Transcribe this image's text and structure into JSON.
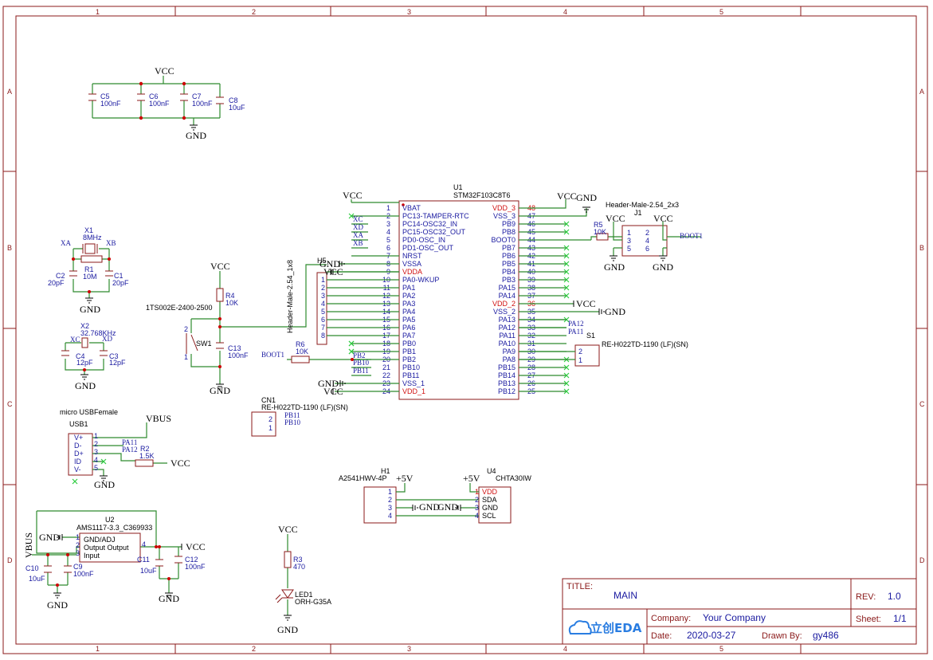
{
  "grid": {
    "cols": [
      "1",
      "2",
      "3",
      "4",
      "5"
    ],
    "rows": [
      "A",
      "B",
      "C",
      "D"
    ]
  },
  "title_block": {
    "title_label": "TITLE:",
    "title": "MAIN",
    "rev_label": "REV:",
    "rev": "1.0",
    "company_label": "Company:",
    "company": "Your Company",
    "sheet_label": "Sheet:",
    "sheet": "1/1",
    "date_label": "Date:",
    "date": "2020-03-27",
    "drawn_label": "Drawn By:",
    "drawn": "gy486",
    "logo": "立创EDA"
  },
  "nets": {
    "vcc": "VCC",
    "gnd": "GND",
    "vbus": "VBUS",
    "p5v": "+5V",
    "boot1": "BOOT1"
  },
  "caps_top": {
    "c5": "C5",
    "c5v": "100nF",
    "c6": "C6",
    "c6v": "100nF",
    "c7": "C7",
    "c7v": "100nF",
    "c8": "C8",
    "c8v": "10uF"
  },
  "osc1": {
    "x1": "X1",
    "x1v": "8MHz",
    "xa": "XA",
    "xb": "XB",
    "r1": "R1",
    "r1v": "10M",
    "c2": "C2",
    "c2v": "20pF",
    "c1": "C1",
    "c1v": "20pF"
  },
  "osc2": {
    "x2": "X2",
    "x2v": "32.768KHz",
    "xc": "XC",
    "xd": "XD",
    "c4": "C4",
    "c4v": "12pF",
    "c3": "C3",
    "c3v": "12pF"
  },
  "reset": {
    "r4": "R4",
    "r4v": "10K",
    "sw": "1TS002E-2400-2500",
    "sw1": "SW1",
    "c13": "C13",
    "c13v": "100nF",
    "p1": "1",
    "p2": "2"
  },
  "h5": {
    "ref": "H5",
    "name": "Header-Male-2.54_1x8",
    "pins": [
      "1",
      "2",
      "3",
      "4",
      "5",
      "6",
      "7",
      "8"
    ]
  },
  "r6": {
    "ref": "R6",
    "val": "10K"
  },
  "u1": {
    "ref": "U1",
    "name": "STM32F103C8T6",
    "left": [
      {
        "n": "1",
        "l": "VBAT",
        "r": false
      },
      {
        "n": "2",
        "l": "PC13-TAMPER-RTC",
        "r": false
      },
      {
        "n": "3",
        "l": "PC14-OSC32_IN",
        "r": false
      },
      {
        "n": "4",
        "l": "PC15-OSC32_OUT",
        "r": false
      },
      {
        "n": "5",
        "l": "PD0-OSC_IN",
        "r": false
      },
      {
        "n": "6",
        "l": "PD1-OSC_OUT",
        "r": false
      },
      {
        "n": "7",
        "l": "NRST",
        "r": false
      },
      {
        "n": "8",
        "l": "VSSA",
        "r": false
      },
      {
        "n": "9",
        "l": "VDDA",
        "r": true
      },
      {
        "n": "10",
        "l": "PA0-WKUP",
        "r": false
      },
      {
        "n": "11",
        "l": "PA1",
        "r": false
      },
      {
        "n": "12",
        "l": "PA2",
        "r": false
      },
      {
        "n": "13",
        "l": "PA3",
        "r": false
      },
      {
        "n": "14",
        "l": "PA4",
        "r": false
      },
      {
        "n": "15",
        "l": "PA5",
        "r": false
      },
      {
        "n": "16",
        "l": "PA6",
        "r": false
      },
      {
        "n": "17",
        "l": "PA7",
        "r": false
      },
      {
        "n": "18",
        "l": "PB0",
        "r": false
      },
      {
        "n": "19",
        "l": "PB1",
        "r": false
      },
      {
        "n": "20",
        "l": "PB2",
        "r": false
      },
      {
        "n": "21",
        "l": "PB10",
        "r": false
      },
      {
        "n": "22",
        "l": "PB11",
        "r": false
      },
      {
        "n": "23",
        "l": "VSS_1",
        "r": false
      },
      {
        "n": "24",
        "l": "VDD_1",
        "r": true
      }
    ],
    "right": [
      {
        "n": "48",
        "l": "VDD_3",
        "r": true
      },
      {
        "n": "47",
        "l": "VSS_3",
        "r": false
      },
      {
        "n": "46",
        "l": "PB9",
        "r": false
      },
      {
        "n": "45",
        "l": "PB8",
        "r": false
      },
      {
        "n": "44",
        "l": "BOOT0",
        "r": false
      },
      {
        "n": "43",
        "l": "PB7",
        "r": false
      },
      {
        "n": "42",
        "l": "PB6",
        "r": false
      },
      {
        "n": "41",
        "l": "PB5",
        "r": false
      },
      {
        "n": "40",
        "l": "PB4",
        "r": false
      },
      {
        "n": "39",
        "l": "PB3",
        "r": false
      },
      {
        "n": "38",
        "l": "PA15",
        "r": false
      },
      {
        "n": "37",
        "l": "PA14",
        "r": false
      },
      {
        "n": "36",
        "l": "VDD_2",
        "r": true
      },
      {
        "n": "35",
        "l": "VSS_2",
        "r": false
      },
      {
        "n": "34",
        "l": "PA13",
        "r": false
      },
      {
        "n": "33",
        "l": "PA12",
        "r": false
      },
      {
        "n": "32",
        "l": "PA11",
        "r": false
      },
      {
        "n": "31",
        "l": "PA10",
        "r": false
      },
      {
        "n": "30",
        "l": "PA9",
        "r": false
      },
      {
        "n": "29",
        "l": "PA8",
        "r": false
      },
      {
        "n": "28",
        "l": "PB15",
        "r": false
      },
      {
        "n": "27",
        "l": "PB14",
        "r": false
      },
      {
        "n": "26",
        "l": "PB13",
        "r": false
      },
      {
        "n": "25",
        "l": "PB12",
        "r": false
      }
    ],
    "net_xc": "XC",
    "net_xd": "XD",
    "net_xa": "XA",
    "net_xb": "XB",
    "net_pb2": "PB2",
    "net_pb10": "PB10",
    "net_pb11": "PB11",
    "net_pa12": "PA12",
    "net_pa11": "PA11"
  },
  "j1": {
    "ref": "J1",
    "name": "Header-Male-2.54_2x3",
    "r5": "R5",
    "r5v": "10K",
    "pins": [
      "1",
      "2",
      "3",
      "4",
      "5",
      "6"
    ]
  },
  "s1": {
    "ref": "S1",
    "name": "RE-H022TD-1190 (LF)(SN)",
    "p2": "2",
    "p1": "1"
  },
  "cn1": {
    "ref": "CN1",
    "name": "RE-H022TD-1190 (LF)(SN)",
    "p2": "2",
    "p1": "1",
    "pb11": "PB11",
    "pb10": "PB10"
  },
  "usb": {
    "name": "micro USBFemale",
    "ref": "USB1",
    "pins": [
      {
        "n": "1",
        "l": "V+"
      },
      {
        "n": "2",
        "l": "D-"
      },
      {
        "n": "3",
        "l": "D+"
      },
      {
        "n": "4",
        "l": "ID"
      },
      {
        "n": "5",
        "l": "V-"
      }
    ],
    "pa11": "PA11",
    "pa12": "PA12",
    "r2": "R2",
    "r2v": "1.5K"
  },
  "u2": {
    "ref": "U2",
    "name": "AMS1117-3.3_C369933",
    "p1": "1",
    "p2": "2",
    "p3": "3",
    "p4": "4",
    "gnd_adj": "GND/ADJ",
    "out": "Output Output",
    "in": "Input",
    "c10": "C10",
    "c10v": "10uF",
    "c9": "C9",
    "c9v": "100nF",
    "c11": "C11",
    "c11v": "10uF",
    "c12": "C12",
    "c12v": "100nF"
  },
  "led": {
    "r3": "R3",
    "r3v": "470",
    "ref": "LED1",
    "name": "ORH-G35A"
  },
  "h1": {
    "ref": "H1",
    "name": "A2541HWV-4P",
    "pins": [
      "1",
      "2",
      "3",
      "4"
    ]
  },
  "u4": {
    "ref": "U4",
    "name": "CHTA30IW",
    "pins": [
      {
        "n": "1",
        "l": "VDD",
        "r": true
      },
      {
        "n": "2",
        "l": "SDA",
        "r": false
      },
      {
        "n": "3",
        "l": "GND",
        "r": false
      },
      {
        "n": "4",
        "l": "SCL",
        "r": false
      }
    ]
  }
}
